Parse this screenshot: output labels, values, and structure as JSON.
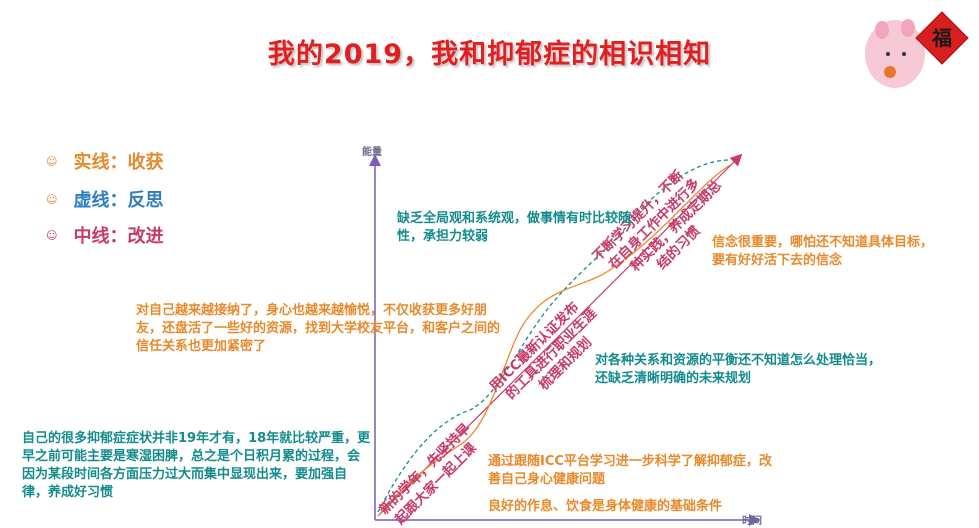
{
  "title": "我的2019，我和抑郁症的相识相知",
  "legend": [
    {
      "label": "实线",
      "sep": "：",
      "meaning": "收获",
      "color": "#e88a2b"
    },
    {
      "label": "虚线",
      "sep": "：",
      "meaning": "反思",
      "color": "#2f7fbf"
    },
    {
      "label": "中线",
      "sep": "：",
      "meaning": "改进",
      "color": "#c73a6a"
    }
  ],
  "axis": {
    "y_label": "能量",
    "x_label": "时间"
  },
  "blocks": {
    "left_bottom": "自己的很多抑郁症症状并非19年才有，18年就比较严重，更早之前可能主要是寒湿困脾，总之是个日积月累的过程，会因为某段时间各方面压力过大而集中显现出来，要加强自律，养成好习惯",
    "mid_left": "对自己越来越接纳了，身心也越来越愉悦，不仅收获更多好朋友，还盘活了一些好的资源，找到大学校友平台，和客户之间的信任关系也更加紧密了",
    "top_mid": "缺乏全局观和系统观，做事情有时比较随性，承担力较弱",
    "right_top": "信念很重要，哪怕还不知道具体目标，要有好好活下去的信念",
    "right_mid": "对各种关系和资源的平衡还不知道怎么处理恰当，还缺乏清晰明确的未来规划",
    "bottom_right_1": "通过跟随ICC平台学习进一步科学了解抑郁症，改善自己身心健康问题",
    "bottom_right_2": "良好的作息、饮食是身体健康的基础条件"
  },
  "diagonal": {
    "seg1_line1": "新的学年，先坚持早",
    "seg1_line2": "起跟大家一起上课",
    "seg2_line1": "用ICC最新认证发布",
    "seg2_line2": "的工具进行职业生涯",
    "seg2_line3": "梳理和规划",
    "seg3_line1": "不断学习提升，不断",
    "seg3_line2": "在自身工作中进行多",
    "seg3_line3": "种实践，养成定期总",
    "seg3_line4": "结的习惯"
  },
  "badge": {
    "glyph": "福"
  },
  "colors": {
    "title": "#e41e1e",
    "solid": "#e88a2b",
    "dashed": "#2f7fbf",
    "middle": "#c73a6a",
    "axis": "#7b5cb8",
    "teal_text": "#158c8c"
  }
}
